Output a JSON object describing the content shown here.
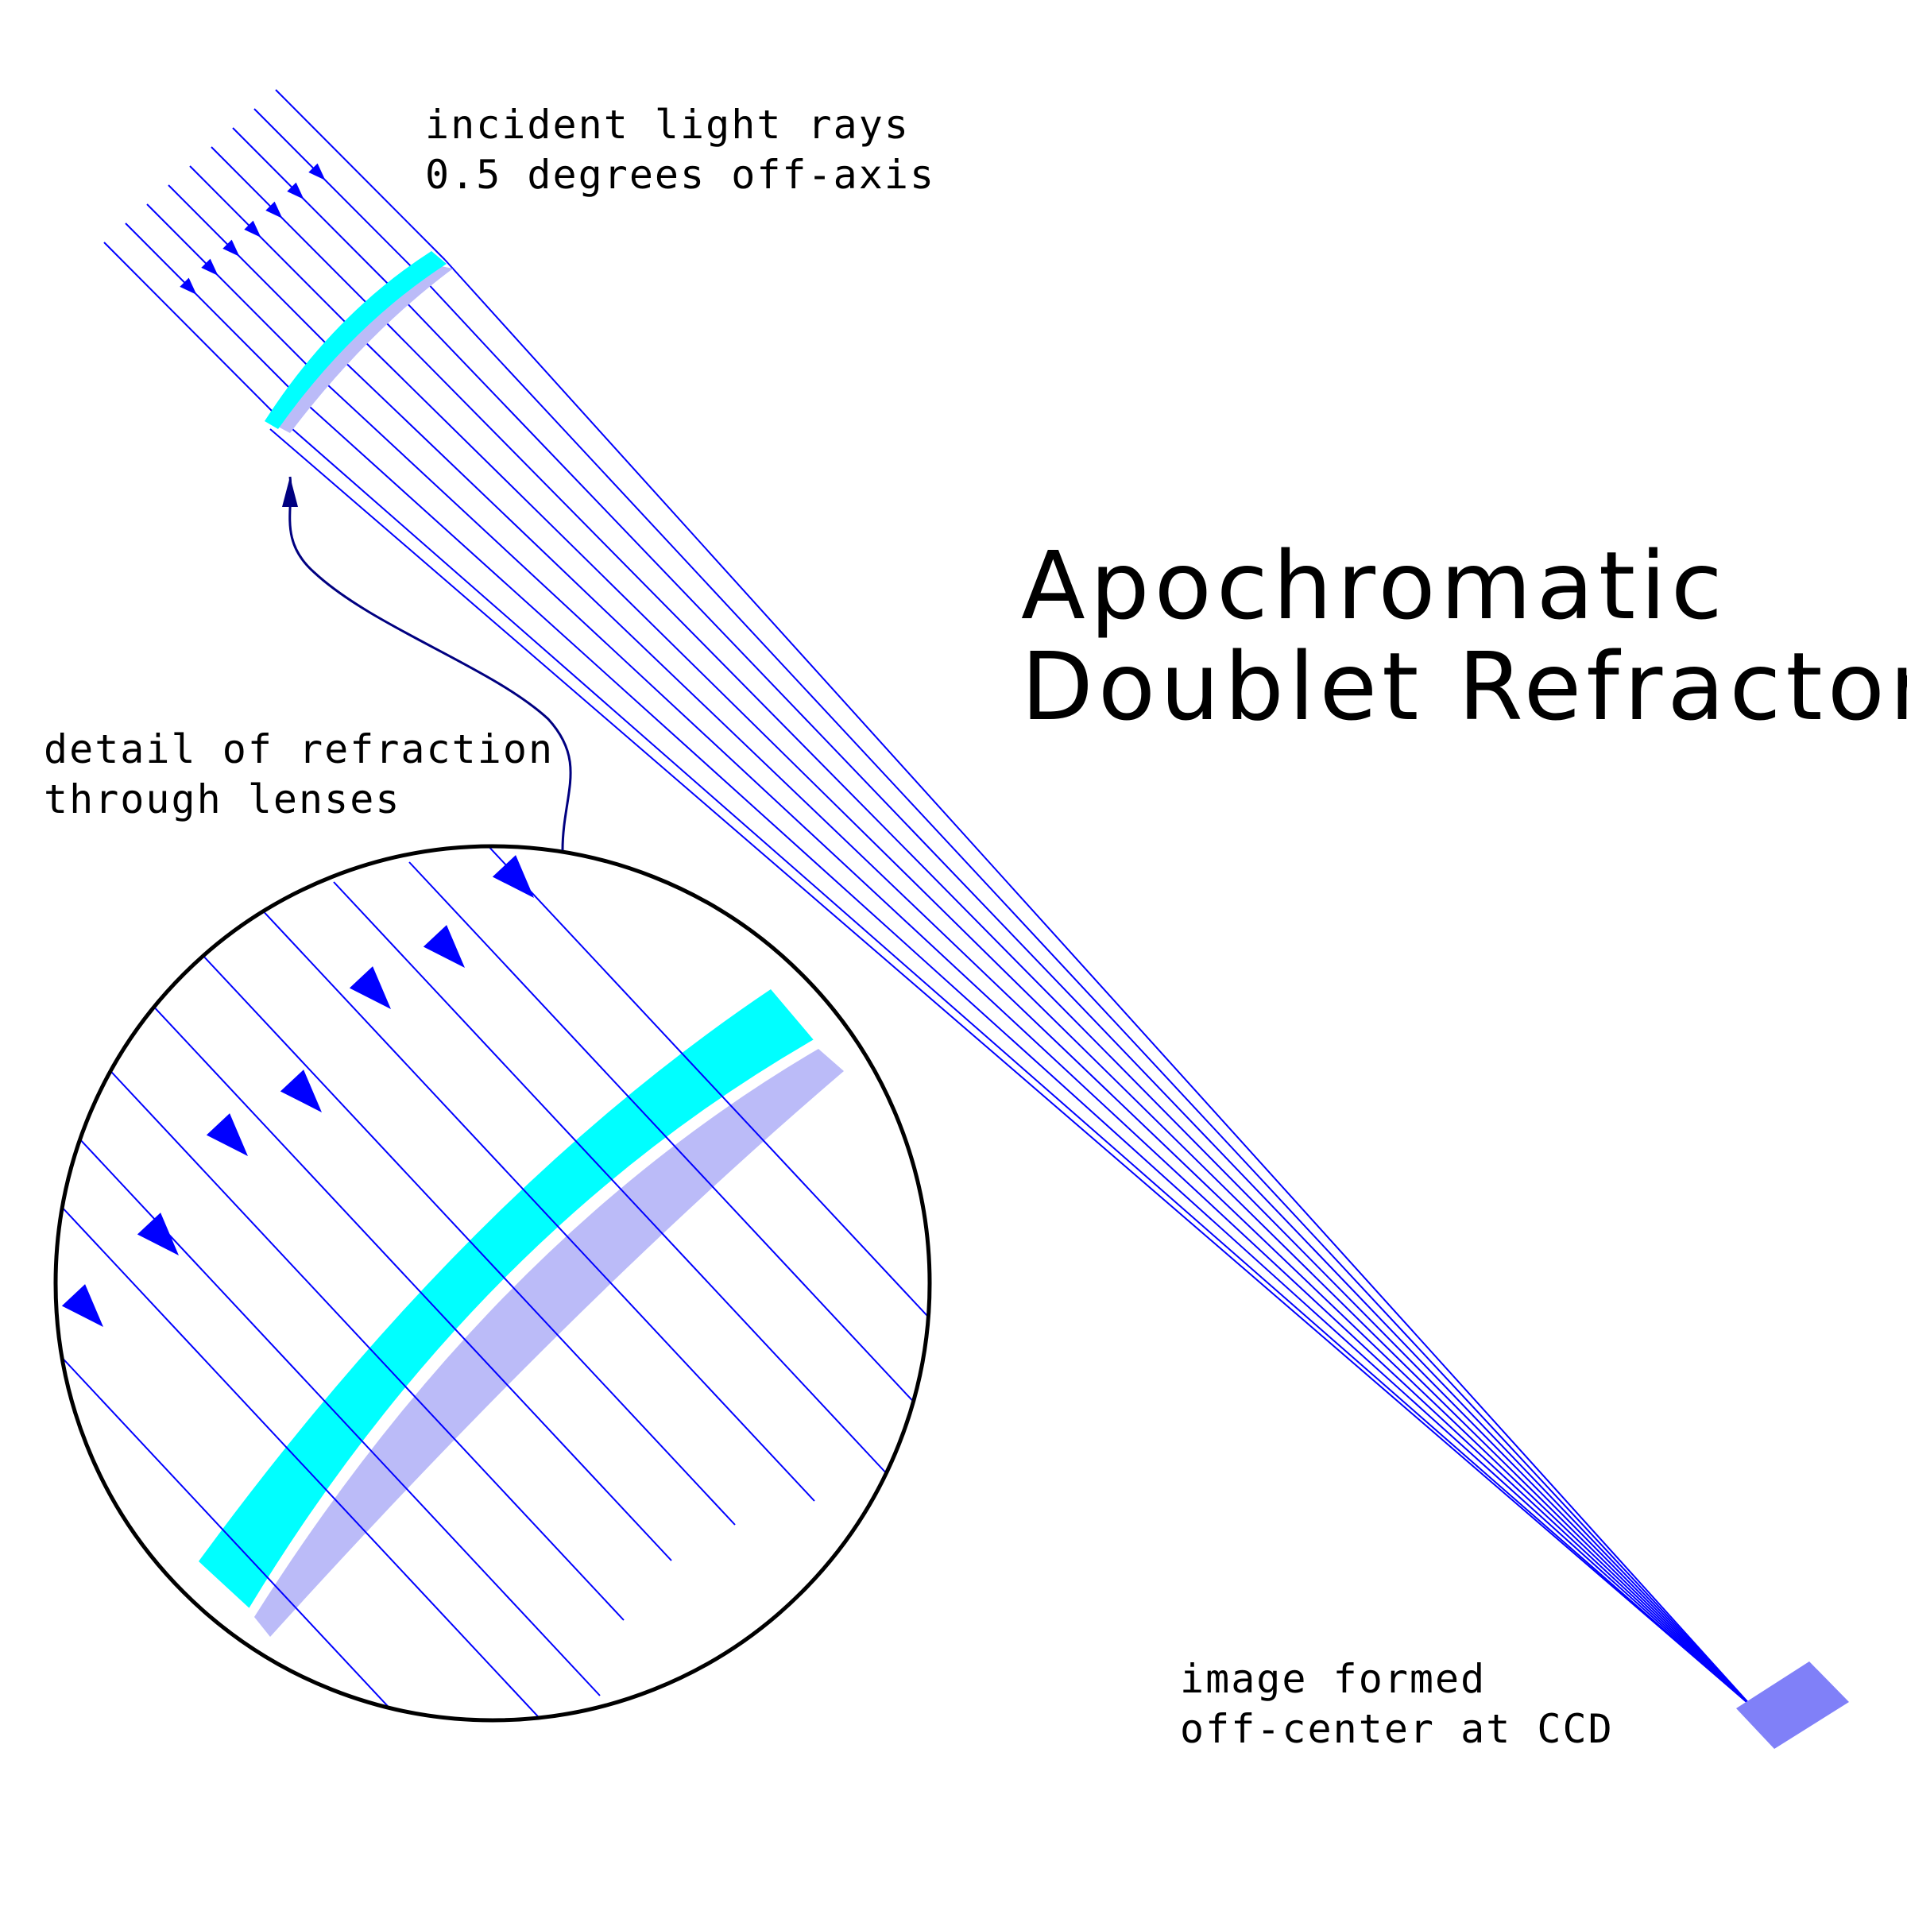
{
  "title": {
    "line1": "Apochromatic",
    "line2": "Doublet Refractor"
  },
  "labels": {
    "incident_line1": "incident light rays",
    "incident_line2": "0.5 degrees off-axis",
    "detail_line1": "detail of refraction",
    "detail_line2": "through lenses",
    "image_line1": "image formed",
    "image_line2": "off-center at CCD"
  },
  "colors": {
    "ray": "#0000ff",
    "crown_lens": "#00ffff",
    "flint_lens": "#bbbbf8",
    "ccd": "#8080f8",
    "pointer": "#000080",
    "outline": "#000000"
  }
}
